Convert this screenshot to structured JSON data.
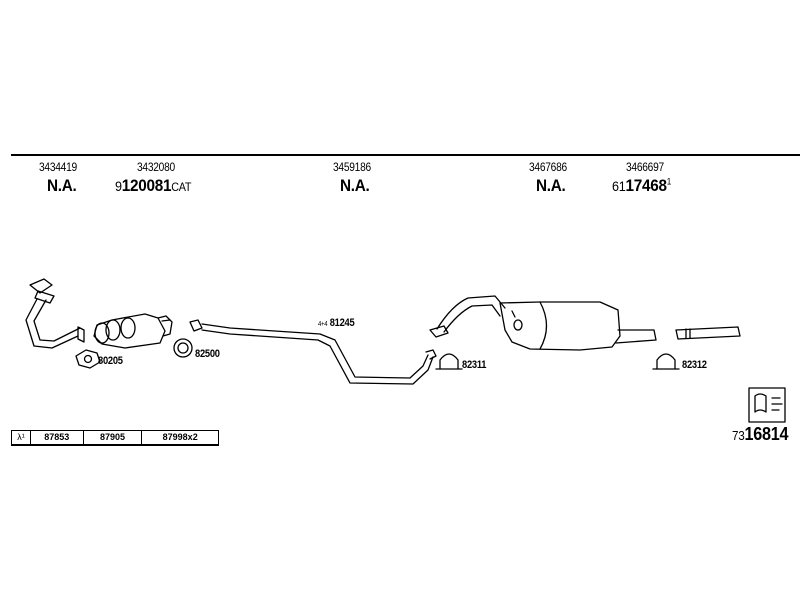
{
  "header_parts": [
    {
      "number": "3434419",
      "ref": "N.A."
    },
    {
      "number": "3432080",
      "ref_prefix": "9",
      "ref": "120081",
      "ref_suffix": "CAT"
    },
    {
      "number": "3459186",
      "ref": "N.A."
    },
    {
      "number": "3467686",
      "ref": "N.A."
    },
    {
      "number": "3466697",
      "ref_prefix": "61",
      "ref": "17468",
      "ref_sup": "1"
    }
  ],
  "part_labels": {
    "gasket": "80205",
    "ring": "82500",
    "pipe": "81245",
    "clamp_mid": "82311",
    "clamp_rear": "82312"
  },
  "pipe_label_prefix": "4+4",
  "table": {
    "symbol": "λ¹",
    "cells": [
      "87853",
      "87905",
      "87998x2"
    ]
  },
  "reference": {
    "prefix": "73",
    "number": "16814"
  },
  "colors": {
    "line": "#000000",
    "background": "#ffffff"
  }
}
